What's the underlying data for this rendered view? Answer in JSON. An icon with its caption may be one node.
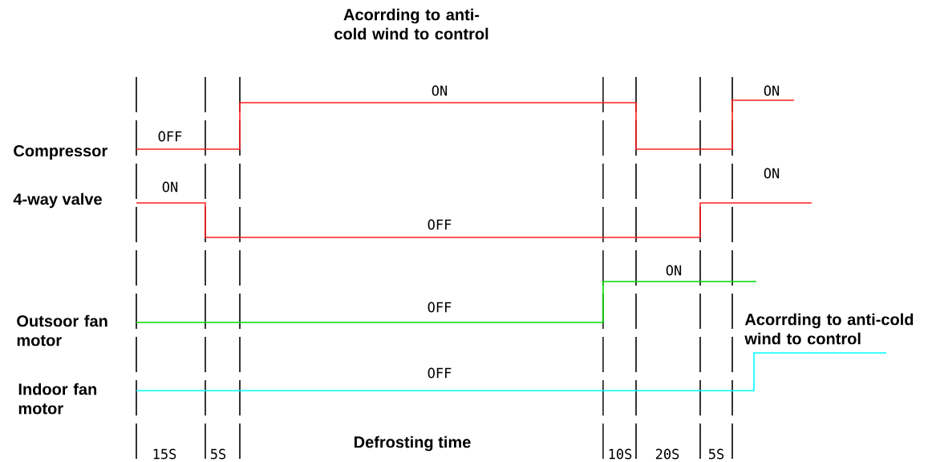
{
  "diagram": {
    "labels": [
      "Acorrding to anti- cold wind to control",
      "ON",
      "ON",
      "OFF",
      "Compressor",
      "ON",
      "4-way valve",
      "ON",
      "OFF",
      "ON",
      "OFF",
      "Outsoor fan motor",
      "Acorrding to anti-cold wind to control",
      "OFF",
      "Indoor fan motor",
      "15S",
      "5S",
      "Defrosting time",
      "10S",
      "20S",
      "5S"
    ]
  }
}
